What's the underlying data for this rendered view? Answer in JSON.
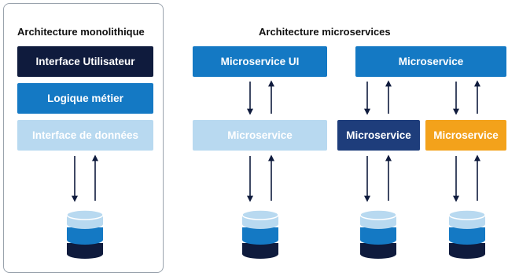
{
  "monolith": {
    "title": "Architecture monolithique",
    "layers": [
      {
        "label": "Interface Utilisateur",
        "color": "#0f1b3d"
      },
      {
        "label": "Logique métier",
        "color": "#1479c4"
      },
      {
        "label": "Interface de données",
        "color": "#b8d9f0"
      }
    ]
  },
  "microservices": {
    "title": "Architecture microservices",
    "top": [
      {
        "label": "Microservice UI",
        "color": "#1479c4"
      },
      {
        "label": "Microservice",
        "color": "#1479c4"
      }
    ],
    "middle": [
      {
        "label": "Microservice",
        "color": "#b8d9f0"
      },
      {
        "label": "Microservice",
        "color": "#1e3d7b"
      },
      {
        "label": "Microservice",
        "color": "#f3a21b"
      }
    ]
  },
  "database_colors": {
    "top": "#b8d9f0",
    "middle": "#1479c4",
    "bottom": "#0f1b3d"
  },
  "arrow_color": "#0f1b3d"
}
